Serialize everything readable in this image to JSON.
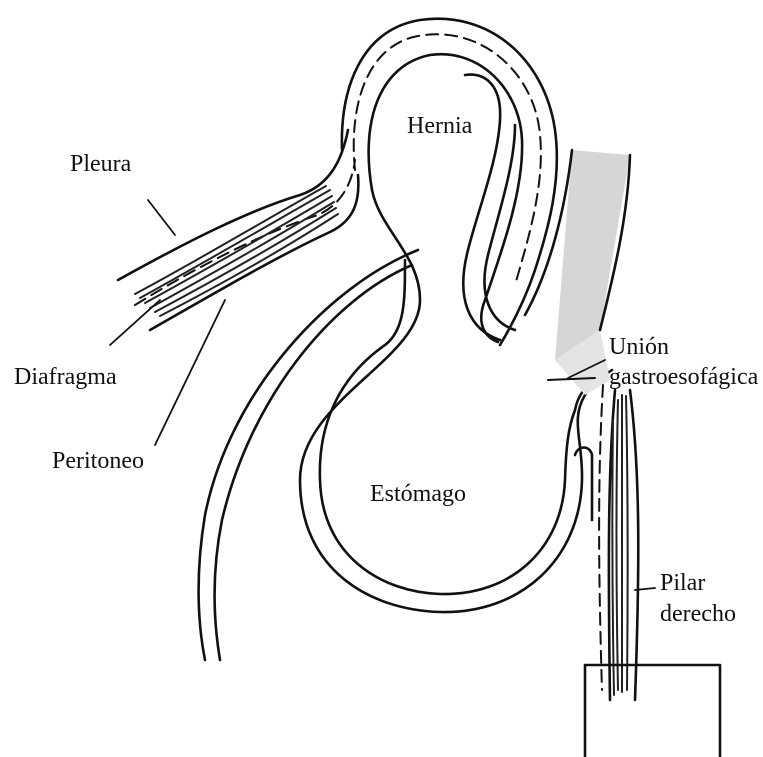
{
  "diagram": {
    "labels": {
      "pleura": "Pleura",
      "hernia": "Hernia",
      "diafragma": "Diafragma",
      "peritoneo": "Peritoneo",
      "union_line1": "Unión",
      "union_line2": "gastroesofágica",
      "estomago": "Estómago",
      "pilar_line1": "Pilar",
      "pilar_line2": "derecho"
    },
    "colors": {
      "ink": "#111111",
      "hatch": "#555555",
      "background": "#ffffff"
    }
  }
}
